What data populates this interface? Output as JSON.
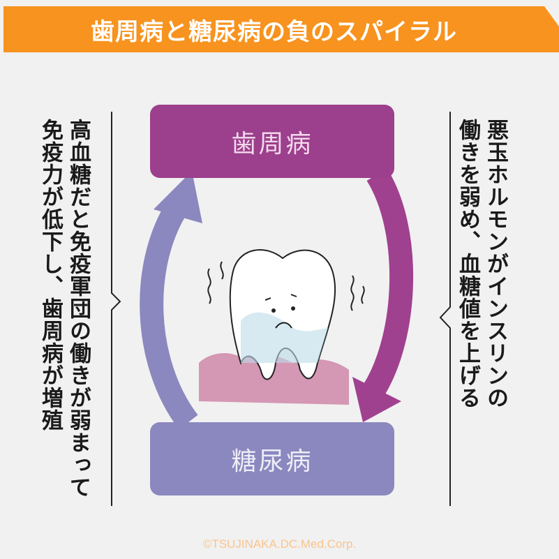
{
  "header": {
    "title": "歯周病と糖尿病の負のスパイラル"
  },
  "left_text": {
    "line1": "高血糖だと免疫軍団の働きが弱まって",
    "line2": "免疫力が低下し、歯周病が増殖"
  },
  "right_text": {
    "line1": "悪玉ホルモンがインスリンの",
    "line2": "働きを弱め、血糖値を上げる"
  },
  "cycle": {
    "top_box": "歯周病",
    "bottom_box": "糖尿病"
  },
  "colors": {
    "header": "#f7931e",
    "periodontal": "#9c3f8c",
    "diabetes": "#8b88bf"
  },
  "footer": {
    "copyright": "©TSUJINAKA.DC.Med.Corp."
  }
}
